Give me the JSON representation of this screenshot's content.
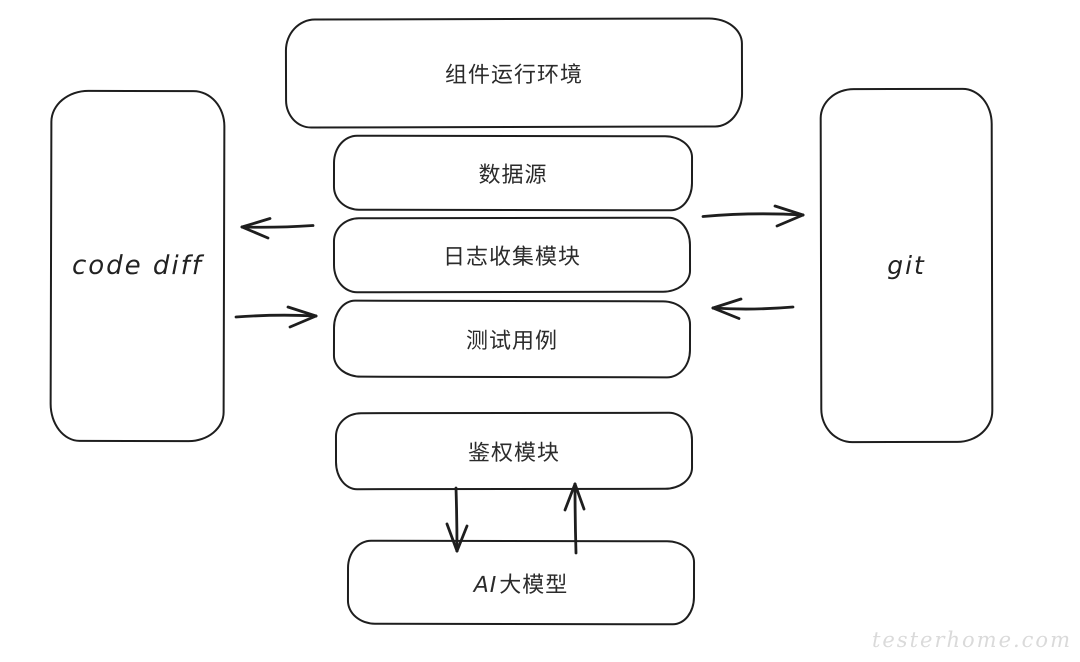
{
  "nodes": {
    "runtime_env": {
      "label": "组件运行环境"
    },
    "data_source": {
      "label": "数据源"
    },
    "log_module": {
      "label": "日志收集模块"
    },
    "test_cases": {
      "label": "测试用例"
    },
    "auth_module": {
      "label": "鉴权模块"
    },
    "ai_model": {
      "prefix": "AI",
      "suffix": "大模型"
    },
    "code_diff": {
      "label": "code diff"
    },
    "git": {
      "label": "git"
    }
  },
  "edges": [
    {
      "from": "log_module",
      "to": "code_diff",
      "direction": "left"
    },
    {
      "from": "code_diff",
      "to": "test_cases",
      "direction": "right"
    },
    {
      "from": "data_source",
      "to": "git",
      "direction": "right"
    },
    {
      "from": "git",
      "to": "test_cases",
      "direction": "left"
    },
    {
      "from": "auth_module",
      "to": "ai_model",
      "direction": "down"
    },
    {
      "from": "ai_model",
      "to": "auth_module",
      "direction": "up"
    }
  ],
  "watermark": "testerhome.com",
  "colors": {
    "stroke": "#1e1e1e",
    "text": "#2b2b2b",
    "background": "#ffffff",
    "watermark": "#dadada"
  }
}
